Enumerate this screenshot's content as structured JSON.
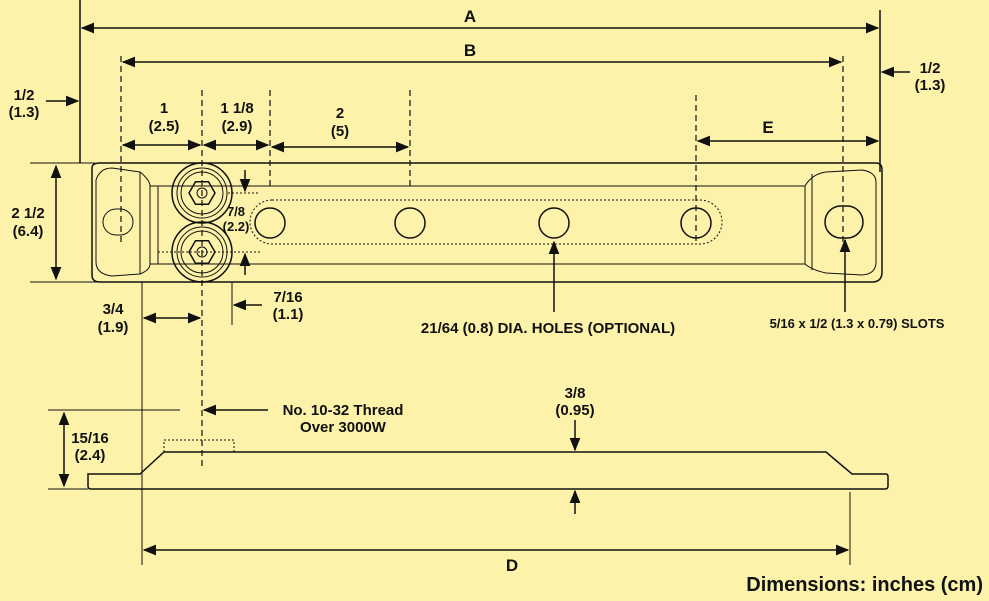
{
  "labels": {
    "A": "A",
    "B": "B",
    "D": "D",
    "E": "E",
    "half_left": [
      "1/2",
      "(1.3)"
    ],
    "half_right": [
      "1/2",
      "(1.3)"
    ],
    "one": [
      "1",
      "(2.5)"
    ],
    "one_eighth": [
      "1 1/8",
      "(2.9)"
    ],
    "two": [
      "2",
      "(5)"
    ],
    "two_half": [
      "2 1/2",
      "(6.4)"
    ],
    "seven_eighths": [
      "7/8",
      "(2.2)"
    ],
    "three_quarters": [
      "3/4",
      "(1.9)"
    ],
    "seven_sixteenths": [
      "7/16",
      "(1.1)"
    ],
    "holes": "21/64 (0.8) DIA. HOLES (OPTIONAL)",
    "slots": "5/16 x 1/2 (1.3 x 0.79) SLOTS",
    "thread": [
      "No. 10-32 Thread",
      "Over 3000W"
    ],
    "fifteen_sixteenths": [
      "15/16",
      "(2.4)"
    ],
    "three_eighths": [
      "3/8",
      "(0.95)"
    ]
  },
  "footer": "Dimensions: inches (cm)",
  "colors": {
    "background": "#FDF2A9",
    "ink": "#111111"
  }
}
